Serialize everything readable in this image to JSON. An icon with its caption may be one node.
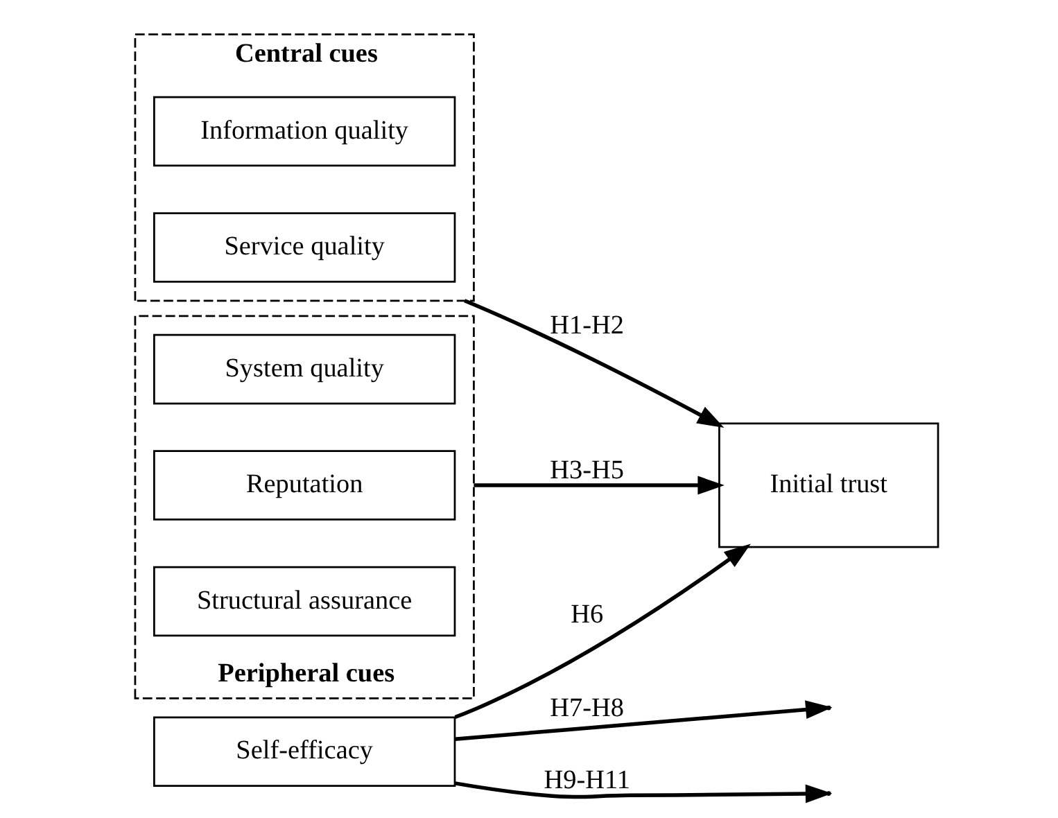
{
  "diagram": {
    "nodes": [
      {
        "text": [
          "Central cues"
        ]
      },
      {
        "text": [
          "Information quality"
        ],
        "in": 0
      },
      {
        "text": [
          "Service quality"
        ],
        "in": 0
      },
      {
        "text": [
          "Peripheral cues"
        ]
      },
      {
        "text": [
          "System quality"
        ],
        "in": 3
      },
      {
        "text": [
          "Reputation"
        ],
        "in": 3
      },
      {
        "text": [
          "Structural assurance"
        ],
        "in": 3
      },
      {
        "text": [
          "Self-efficacy"
        ]
      },
      {
        "text": [
          "Initial trust"
        ]
      }
    ],
    "edges": [
      {
        "from": 0,
        "to": 8,
        "arrow": "to",
        "label": "H1-H2"
      },
      {
        "from": 3,
        "to": 8,
        "arrow": "to",
        "label": "H3-H5"
      },
      {
        "from": 7,
        "to": 8,
        "arrow": "to",
        "label": "H6"
      },
      {
        "from": 7,
        "to": null,
        "arrow": "to",
        "label": "H7-H8"
      },
      {
        "from": 7,
        "to": null,
        "arrow": "to",
        "label": "H9-H11"
      }
    ]
  }
}
